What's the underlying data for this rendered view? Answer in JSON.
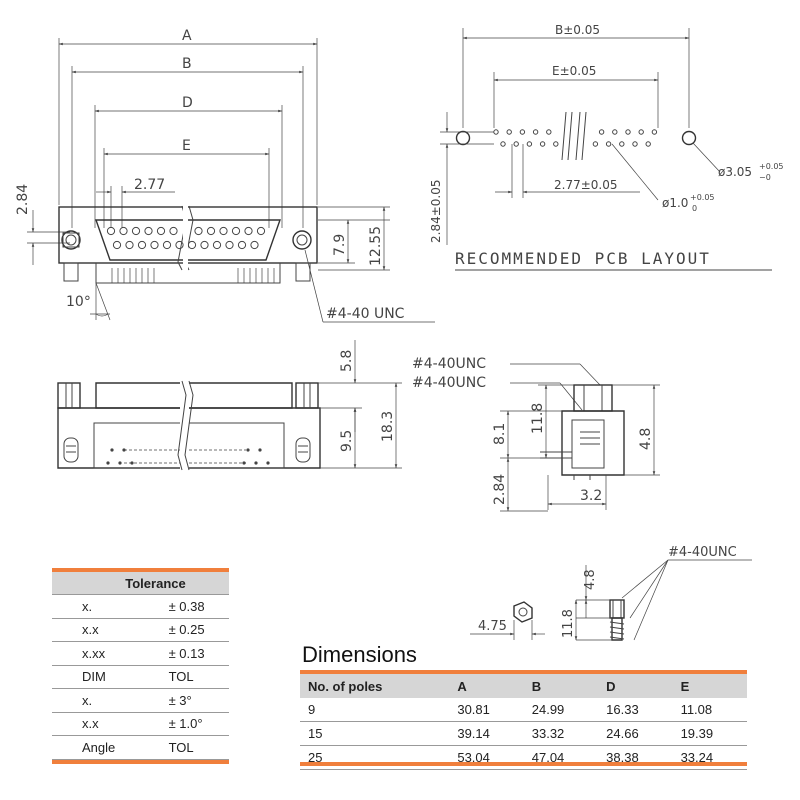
{
  "front_view": {
    "dim_a": "A",
    "dim_b": "B",
    "dim_d": "D",
    "dim_e": "E",
    "pitch": "2.77",
    "height_left": "2.84",
    "height_mid": "7.9",
    "height_right": "12.55",
    "angle": "10°",
    "thread": "#4-40 UNC"
  },
  "pcb_layout": {
    "dim_b": "B±0.05",
    "dim_e": "E±0.05",
    "pitch": "2.77±0.05",
    "vertical": "2.84±0.05",
    "hole_large": "ø3.05",
    "hole_large_tol_up": "+0.05",
    "hole_large_tol_down": "−0",
    "hole_small": "ø1.0",
    "hole_small_tol_up": "+0.05",
    "hole_small_tol_down": "0",
    "title": "RECOMMENDED PCB LAYOUT"
  },
  "bottom_view": {
    "dim_top": "5.8",
    "dim_mid": "9.5",
    "dim_total": "18.3"
  },
  "side_view": {
    "thread_1": "#4-40UNC",
    "thread_2": "#4-40UNC",
    "dim_11_8": "11.8",
    "dim_8_1": "8.1",
    "dim_4_8": "4.8",
    "dim_2_84": "2.84",
    "dim_3_2": "3.2"
  },
  "standoff": {
    "thread": "#4-40UNC",
    "dim_4_8": "4.8",
    "dim_11_8": "11.8",
    "dim_4_75": "4.75"
  },
  "tolerance": {
    "title": "Tolerance",
    "rows": [
      {
        "k": "x.",
        "v": "± 0.38"
      },
      {
        "k": "x.x",
        "v": "± 0.25"
      },
      {
        "k": "x.xx",
        "v": "± 0.13"
      },
      {
        "k": "DIM",
        "v": "TOL"
      },
      {
        "k": "x.",
        "v": "± 3°"
      },
      {
        "k": "x.x",
        "v": "± 1.0°"
      },
      {
        "k": "Angle",
        "v": "TOL"
      }
    ]
  },
  "dimensions": {
    "title": "Dimensions",
    "headers": [
      "No. of poles",
      "A",
      "B",
      "D",
      "E"
    ],
    "rows": [
      [
        "9",
        "30.81",
        "24.99",
        "16.33",
        "11.08"
      ],
      [
        "15",
        "39.14",
        "33.32",
        "24.66",
        "19.39"
      ],
      [
        "25",
        "53.04",
        "47.04",
        "38.38",
        "33.24"
      ]
    ]
  },
  "colors": {
    "accent": "#f07f3c",
    "header_bg": "#d6d6d6",
    "line": "#444444"
  }
}
